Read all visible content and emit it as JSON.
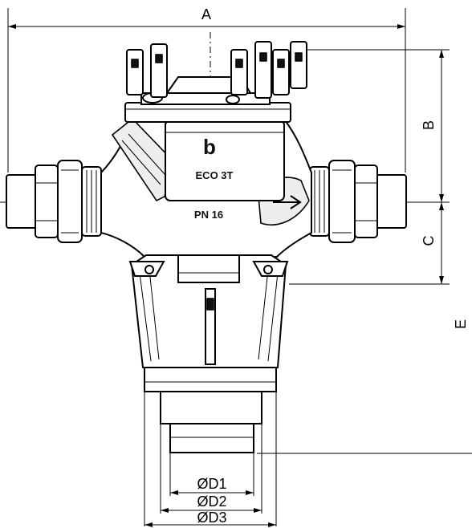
{
  "dimensions": {
    "a": "A",
    "b": "B",
    "c": "C",
    "e": "E",
    "d1": "ØD1",
    "d2": "ØD2",
    "d3": "ØD3"
  },
  "body_marking": {
    "brand": "ECO 3T",
    "pressure": "PN 16"
  },
  "colors": {
    "line": "#000000",
    "background": "#ffffff"
  }
}
